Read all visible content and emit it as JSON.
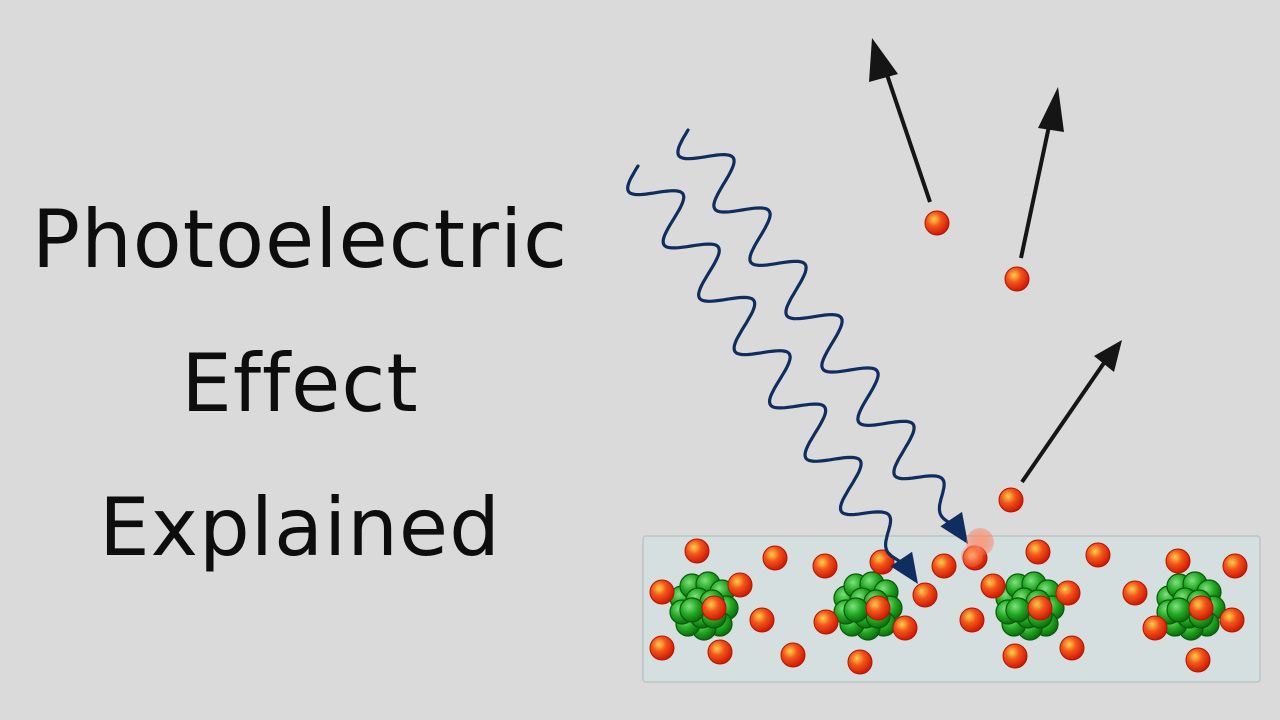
{
  "title": {
    "lines": [
      "Photoelectric",
      "Effect",
      "Explained"
    ]
  },
  "colors": {
    "background": "#dadada",
    "wave": "#0f2d5e",
    "electron": "#e8300c",
    "nucleus": "#1fa51f",
    "metal_plate": "#d5dfdf",
    "arrow": "#151515"
  },
  "diagram": {
    "photons": 2,
    "ejected_electrons": 3,
    "atoms": 4
  }
}
